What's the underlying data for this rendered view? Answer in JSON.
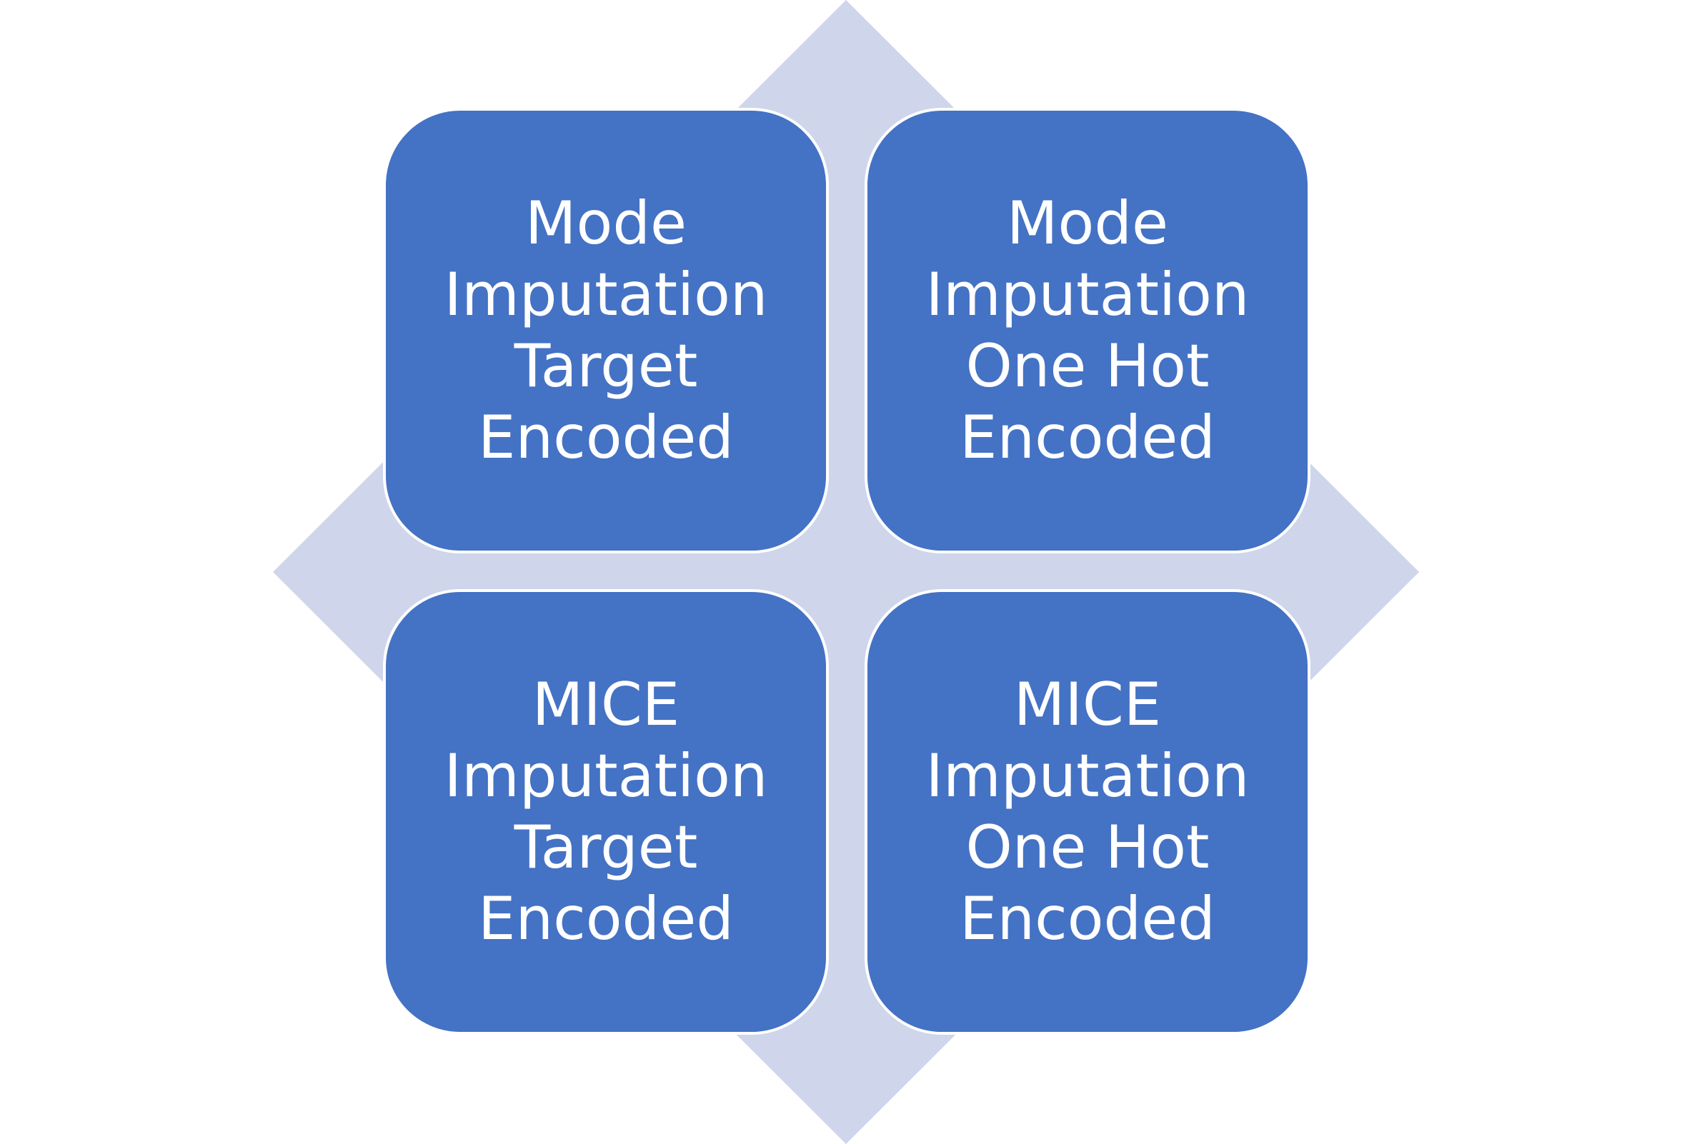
{
  "diagram": {
    "colors": {
      "background_shape": "#CFD5EA",
      "quadrant_fill": "#4472C4",
      "quadrant_border": "#FFFFFF",
      "text": "#FFFFFF"
    },
    "quadrants": [
      {
        "id": "top-left",
        "label": "Mode\nImputation\nTarget\nEncoded"
      },
      {
        "id": "top-right",
        "label": "Mode\nImputation\nOne Hot\nEncoded"
      },
      {
        "id": "bottom-left",
        "label": "MICE\nImputation\nTarget\nEncoded"
      },
      {
        "id": "bottom-right",
        "label": "MICE\nImputation\nOne Hot\nEncoded"
      }
    ]
  }
}
